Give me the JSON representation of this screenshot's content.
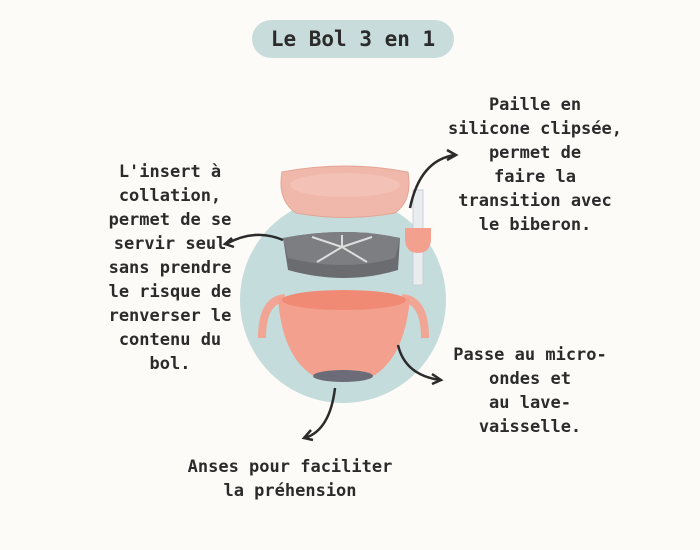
{
  "title": "Le Bol 3 en 1",
  "labels": {
    "insert": "L'insert à\ncollation,\npermet de se\nservir seul\nsans prendre\nle risque de\nrenverser le\ncontenu du\nbol.",
    "straw": "Paille en\nsilicone clipsée,\npermet de\nfaire la\ntransition avec\nle biberon.",
    "microwave": "Passe au micro-\nondes et\nau lave-\nvaisselle.",
    "handles": "Anses pour faciliter\nla préhension"
  },
  "colors": {
    "circle": "#c5dcdc",
    "bowl": "#f3a08e",
    "lid": "#f0b8ab",
    "insert": "#77787c"
  }
}
